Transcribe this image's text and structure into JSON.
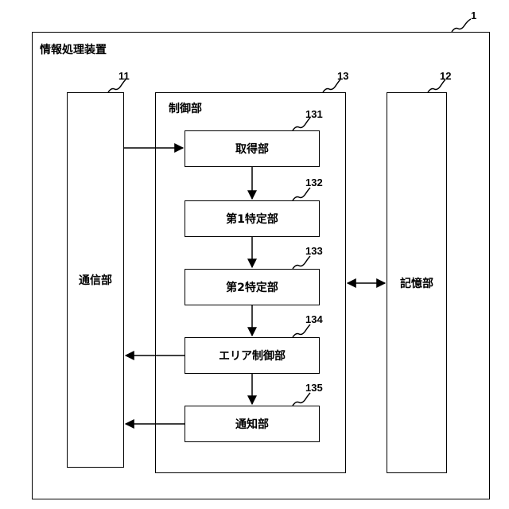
{
  "device": {
    "ref": "1",
    "label": "情報処理装置"
  },
  "comm": {
    "ref": "11",
    "label": "通信部"
  },
  "storage": {
    "ref": "12",
    "label": "記憶部"
  },
  "control": {
    "ref": "13",
    "label": "制御部"
  },
  "units": [
    {
      "ref": "131",
      "label": "取得部"
    },
    {
      "ref": "132",
      "label": "第1特定部"
    },
    {
      "ref": "133",
      "label": "第2特定部"
    },
    {
      "ref": "134",
      "label": "エリア制御部"
    },
    {
      "ref": "135",
      "label": "通知部"
    }
  ]
}
